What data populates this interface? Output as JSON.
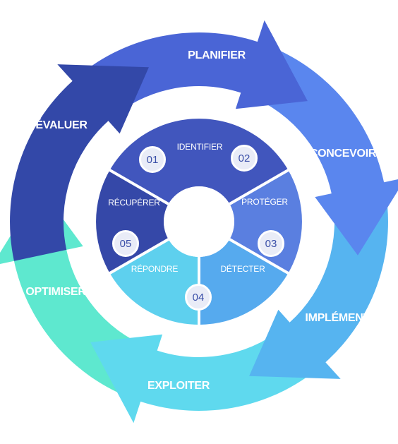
{
  "outer_cycle": [
    {
      "label": "PLANIFIER",
      "color": "#4a65d6"
    },
    {
      "label": "CONCEVOIR",
      "color": "#5a86ee"
    },
    {
      "label": "IMPLÉMENTER",
      "color": "#56b4f0"
    },
    {
      "label": "EXPLOITER",
      "color": "#5fd9ee"
    },
    {
      "label": "OPTIMISER",
      "color": "#5ee8cf"
    },
    {
      "label": "ÉVALUER",
      "color": "#3348a8"
    }
  ],
  "inner_cycle": [
    {
      "label": "IDENTIFIER",
      "color": "#4156bd"
    },
    {
      "label": "PROTÉGER",
      "color": "#5a7fe0"
    },
    {
      "label": "DÉTECTER",
      "color": "#56aaee"
    },
    {
      "label": "RÉPONDRE",
      "color": "#5ed0ee"
    },
    {
      "label": "RÉCUPÉRER",
      "color": "#3548a8"
    }
  ],
  "badges": [
    "01",
    "02",
    "03",
    "04",
    "05"
  ]
}
